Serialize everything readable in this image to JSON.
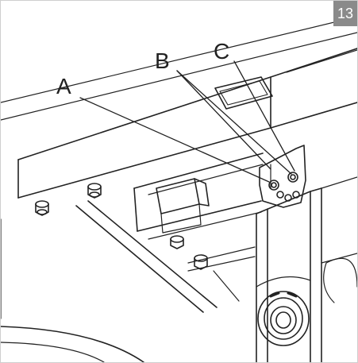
{
  "figure": {
    "step_number": "13",
    "callouts": [
      {
        "id": "A",
        "label": "A"
      },
      {
        "id": "B",
        "label": "B"
      },
      {
        "id": "C",
        "label": "C"
      }
    ]
  },
  "colors": {
    "line": "#222222",
    "badge_bg": "#8a8a8a",
    "badge_text": "#ffffff"
  }
}
